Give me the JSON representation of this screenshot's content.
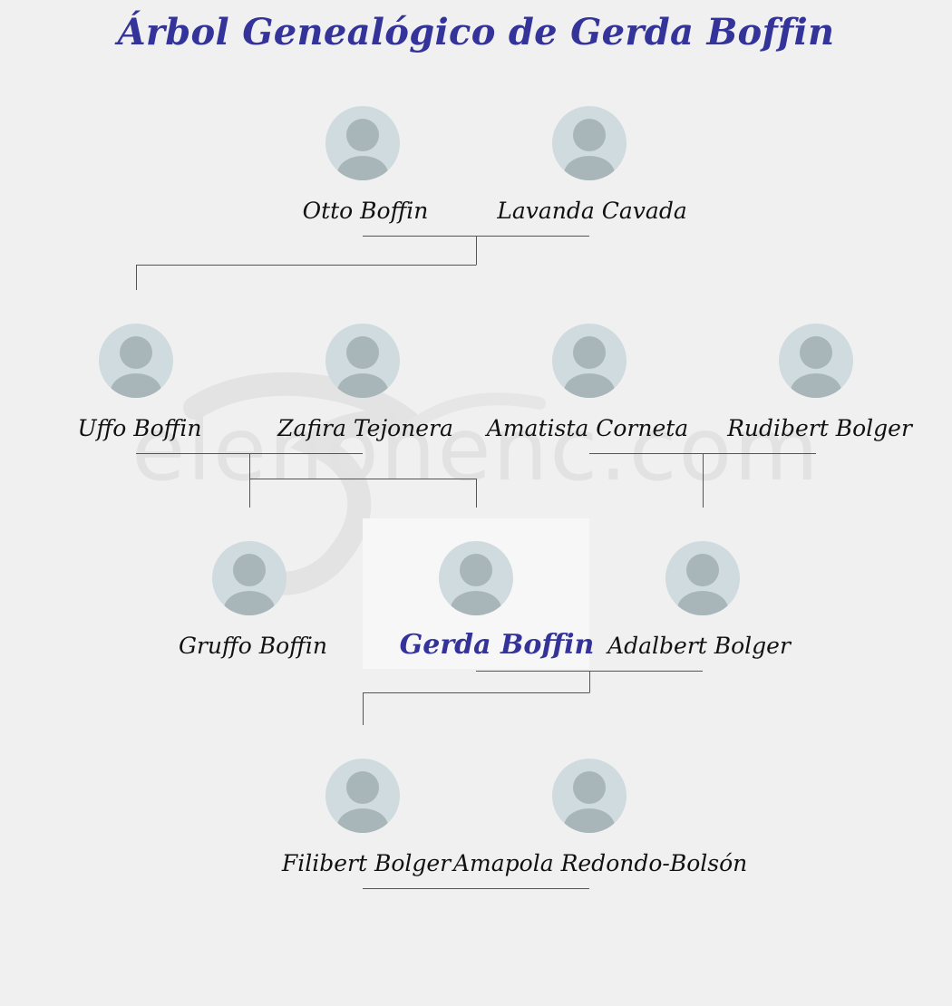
{
  "title": "Árbol Genealógico de Gerda Boffin",
  "watermark": "elenohenc.com",
  "people": {
    "otto": "Otto Boffin",
    "lavanda": "Lavanda Cavada",
    "uffo": "Uffo Boffin",
    "zafira": "Zafira Tejonera",
    "amatista": "Amatista Corneta",
    "rudibert": "Rudibert Bolger",
    "gruffo": "Gruffo Boffin",
    "gerda": "Gerda Boffin",
    "adalbert": "Adalbert Bolger",
    "filibert": "Filibert Bolger",
    "amapola": "Amapola Redondo-Bolsón"
  },
  "colors": {
    "title": "#33339a",
    "avatar_bg": "#cfdbde",
    "avatar_fg": "#a8b5b9",
    "line": "#555555",
    "highlight": "#f7f7f7"
  }
}
